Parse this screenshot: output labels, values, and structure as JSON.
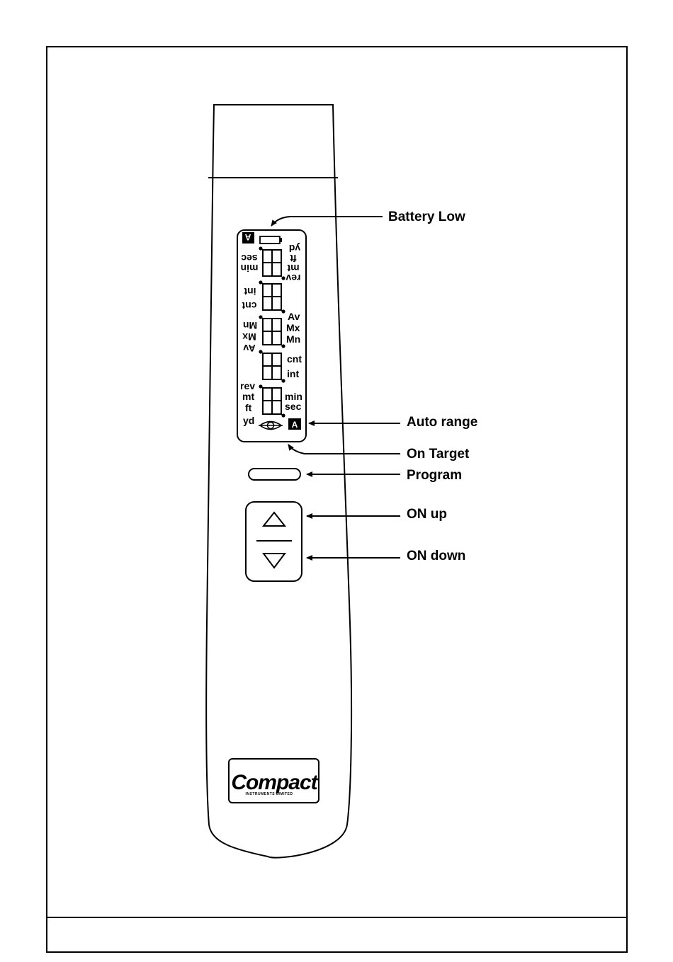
{
  "callouts": {
    "battery_low": "Battery Low",
    "auto_range": "Auto range",
    "on_target": "On Target",
    "program": "Program",
    "on_up": "ON up",
    "on_down": "ON down"
  },
  "display": {
    "auto_badge": "A",
    "inverted": {
      "yd": "yd",
      "ft": "ft",
      "mt": "mt",
      "rev": "rev",
      "sec": "sec",
      "min": "min",
      "int": "int",
      "cnt": "cnt",
      "mn": "Mn",
      "mx": "Mx",
      "av": "Av"
    },
    "upright": {
      "av": "Av",
      "mx": "Mx",
      "mn": "Mn",
      "cnt": "cnt",
      "int": "int",
      "rev": "rev",
      "mt": "mt",
      "ft": "ft",
      "yd": "yd",
      "min": "min",
      "sec": "sec"
    }
  },
  "logo": {
    "brand": "Compact",
    "subtitle": "INSTRUMENTS   LIMITED"
  },
  "colors": {
    "ink": "#000000",
    "paper": "#ffffff"
  }
}
